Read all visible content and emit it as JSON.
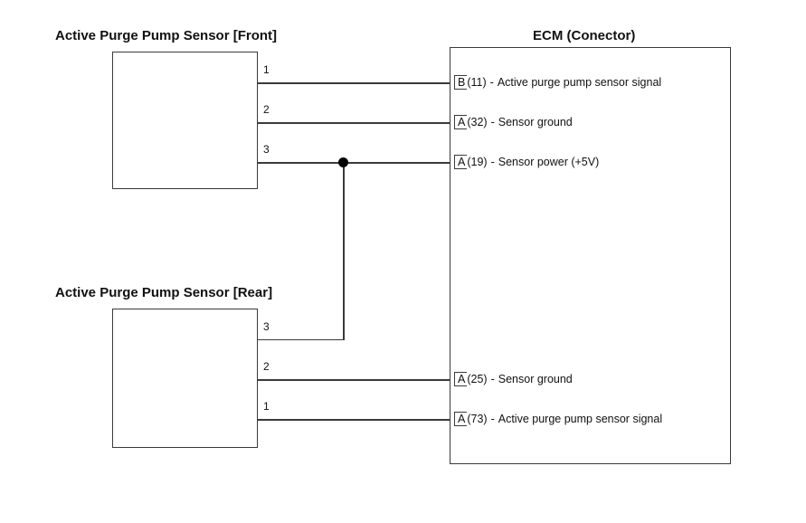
{
  "diagram": {
    "type": "wiring-schematic",
    "components": [
      {
        "id": "sensor-front",
        "title": "Active Purge Pump Sensor [Front]",
        "pins": [
          "1",
          "2",
          "3"
        ]
      },
      {
        "id": "sensor-rear",
        "title": "Active Purge Pump Sensor [Rear]",
        "pins": [
          "3",
          "2",
          "1"
        ]
      },
      {
        "id": "ecm",
        "title": "ECM (Conector)"
      }
    ],
    "terminals": [
      {
        "connector": "B",
        "pin": "(11)",
        "separator": "-",
        "description": "Active purge pump sensor signal"
      },
      {
        "connector": "A",
        "pin": "(32)",
        "separator": "-",
        "description": "Sensor ground"
      },
      {
        "connector": "A",
        "pin": "(19)",
        "separator": "-",
        "description": "Sensor power (+5V)"
      },
      {
        "connector": "A",
        "pin": "(25)",
        "separator": "-",
        "description": "Sensor ground"
      },
      {
        "connector": "A",
        "pin": "(73)",
        "separator": "-",
        "description": "Active purge pump sensor signal"
      }
    ],
    "colors": {
      "line": "#3a3a3a",
      "text": "#111111",
      "junction": "#000000",
      "background": "#ffffff"
    }
  }
}
